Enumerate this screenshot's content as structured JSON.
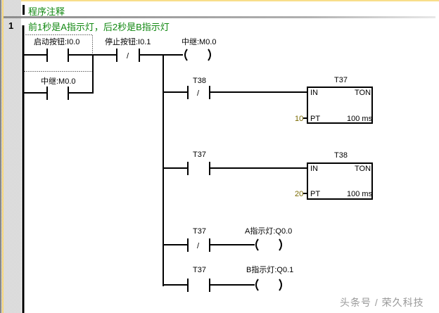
{
  "editor": {
    "program_comment_label": "程序注释",
    "network": {
      "number": "1",
      "comment": "前1秒是A指示灯，后2秒是B指示灯"
    }
  },
  "contacts": [
    {
      "id": "start",
      "label": "启动按钮:I0.0",
      "type": "NO"
    },
    {
      "id": "stop",
      "label": "停止按钮:I0.1",
      "type": "NC",
      "symbol": "/"
    },
    {
      "id": "latch",
      "label": "中继:M0.0",
      "type": "NO"
    },
    {
      "id": "t38",
      "label": "T38",
      "type": "NC",
      "symbol": "/"
    },
    {
      "id": "t37a",
      "label": "T37",
      "type": "NO"
    },
    {
      "id": "t37b",
      "label": "T37",
      "type": "NC",
      "symbol": "/"
    },
    {
      "id": "t37c",
      "label": "T37",
      "type": "NO"
    }
  ],
  "coils": [
    {
      "id": "relay",
      "label": "中继:M0.0"
    },
    {
      "id": "lampA",
      "label": "A指示灯:Q0.0"
    },
    {
      "id": "lampB",
      "label": "B指示灯:Q0.1"
    }
  ],
  "timers": [
    {
      "id": "T37",
      "name": "T37",
      "in": "IN",
      "type": "TON",
      "pt_label": "PT",
      "pt_value": "10",
      "base": "100 ms"
    },
    {
      "id": "T38",
      "name": "T38",
      "in": "IN",
      "type": "TON",
      "pt_label": "PT",
      "pt_value": "20",
      "base": "100 ms"
    }
  ],
  "colors": {
    "comment": "#118811",
    "pt_value": "#7a6a00"
  },
  "watermark": "头条号 / 荣久科技"
}
